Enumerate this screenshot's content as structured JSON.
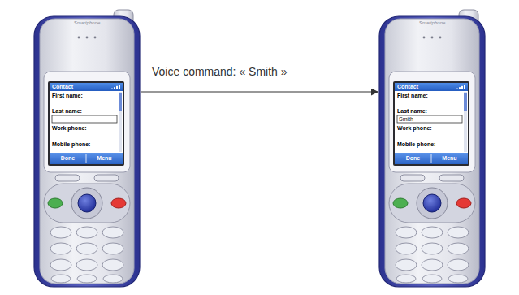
{
  "diagram": {
    "nodes": [
      {
        "text": [
          "Smartphone"
        ]
      },
      {
        "text": [
          "Contact",
          "First name:",
          "Last name:",
          "Work phone:",
          "Mobile phone:",
          "Done",
          "Menu"
        ],
        "in": 0
      },
      {
        "text": [
          "Smartphone"
        ]
      },
      {
        "text": [
          "Contact",
          "First name:",
          "Last name:",
          "Smith",
          "Work phone:",
          "Mobile phone:",
          "Done",
          "Menu"
        ],
        "in": 2
      }
    ],
    "edges": [
      {
        "from": 0,
        "to": 2,
        "arrow": "to",
        "label": "Voice command: « Smith »"
      }
    ]
  }
}
